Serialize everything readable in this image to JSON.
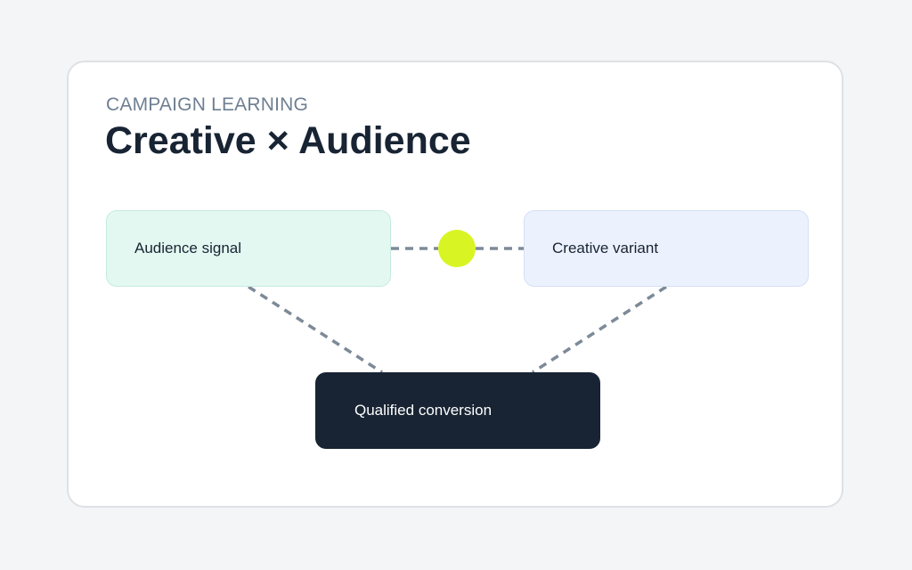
{
  "header": {
    "eyebrow": "CAMPAIGN LEARNING",
    "title": "Creative × Audience"
  },
  "diagram": {
    "nodes": {
      "audience": "Audience signal",
      "creative": "Creative variant",
      "conversion": "Qualified conversion"
    },
    "colors": {
      "audience_fill": "#e3f8f1",
      "creative_fill": "#ecf2fd",
      "conversion_fill": "#182433",
      "hub": "#d8f523",
      "connector": "#7d8a98"
    }
  }
}
